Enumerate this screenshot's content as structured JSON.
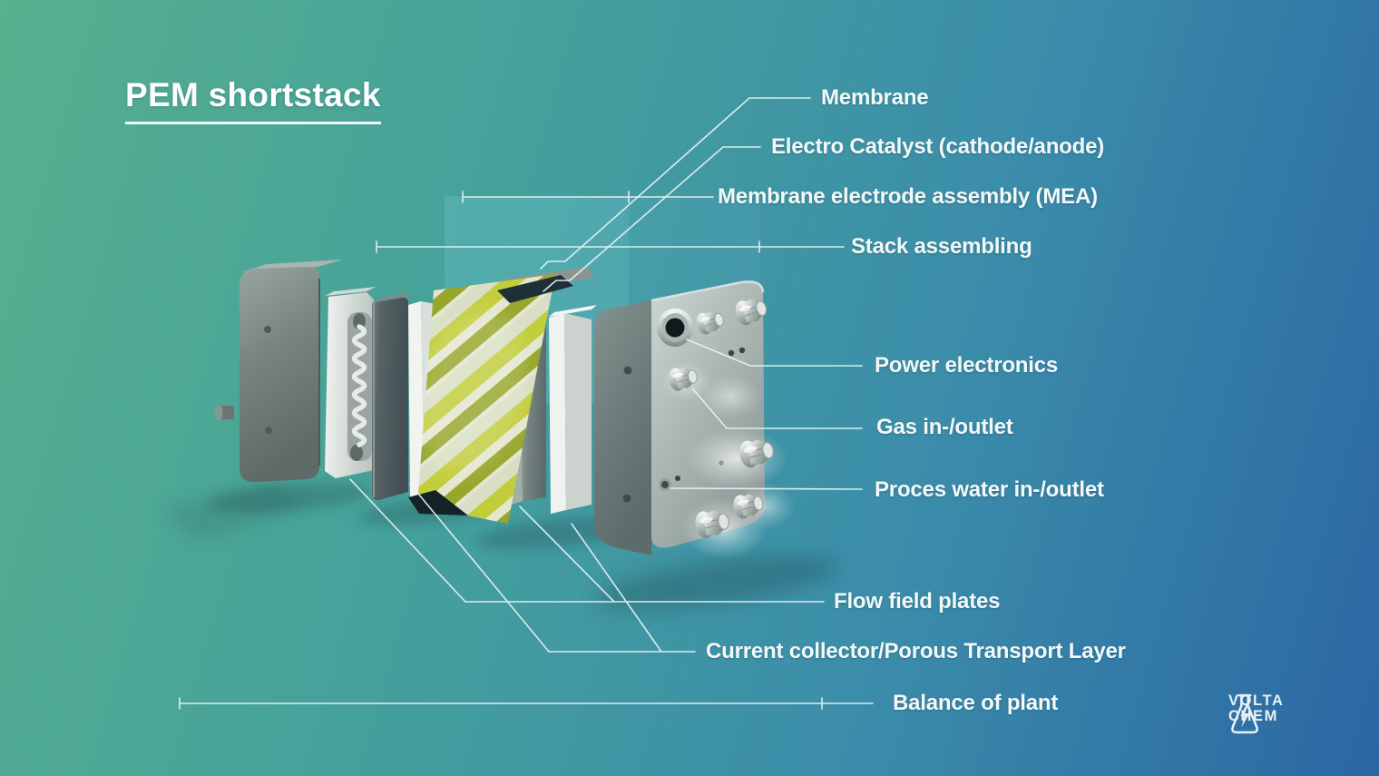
{
  "title": {
    "text": "PEM shortstack"
  },
  "callouts": {
    "membrane": "Membrane",
    "electro_catalyst": "Electro Catalyst (cathode/anode)",
    "mea": "Membrane electrode assembly (MEA)",
    "stack_assembling": "Stack assembling",
    "power_electronics": "Power electronics",
    "gas_in_outlet": "Gas in-/outlet",
    "process_water": "Proces water in-/outlet",
    "flow_field": "Flow field plates",
    "current_collector": "Current collector/Porous Transport Layer",
    "balance_of_plant": "Balance of plant"
  },
  "logo": {
    "line1": "VOLTA",
    "line2": "CHEM",
    "icon": "flask-lightning-icon"
  },
  "diagram": {
    "type": "exploded-3d-stack",
    "subject": "PEM electrolyzer short stack",
    "components": [
      "left-end-plate",
      "flow-field-plate-serpentine",
      "current-collector-sheet-left",
      "mea-membrane-catalyst-sheets",
      "flow-field-plate-right",
      "current-collector-sheet-right",
      "right-end-plate-with-fittings"
    ]
  },
  "colors": {
    "bg_a": "#57b08e",
    "bg_b": "#46a29a",
    "bg_c": "#3b8daa",
    "bg_d": "#2b67a3",
    "label_text": "#f3f8f8",
    "leader_line": "#e8f4f5",
    "highlight_box_mea": "rgba(134,219,235,0.20)",
    "highlight_box_stack": "rgba(96,180,215,0.14)",
    "mea_yellow": "#c2cd3c",
    "mea_olive": "#98a72c",
    "mea_pale": "#e3e7cf",
    "mea_dark_edge": "#1d2f37",
    "plate_dark": "#4c585a",
    "plate_white": "#e6e9e7",
    "end_plate_face": "#b7c1bf"
  }
}
